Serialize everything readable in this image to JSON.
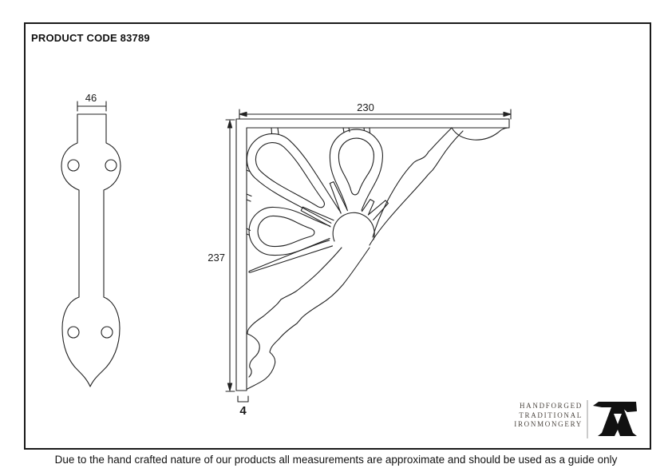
{
  "header": {
    "product_code": "PRODUCT CODE 83789"
  },
  "drawings": {
    "strap_front_view": {
      "width": "46"
    },
    "bracket_side_view": {
      "width": "230",
      "height": "237",
      "thickness": "4"
    }
  },
  "logo": {
    "line1": "HANDFORGED",
    "line2": "TRADITIONAL",
    "line3": "IRONMONGERY"
  },
  "footer": {
    "disclaimer": "Due to the hand crafted nature of our products all measurements are approximate and should be used as a guide only"
  },
  "colors": {
    "line_color": "#222222",
    "border_color": "#1a1a1a",
    "background": "#ffffff",
    "logo_text_color": "#4b453f",
    "logo_mark_color": "#111111"
  }
}
